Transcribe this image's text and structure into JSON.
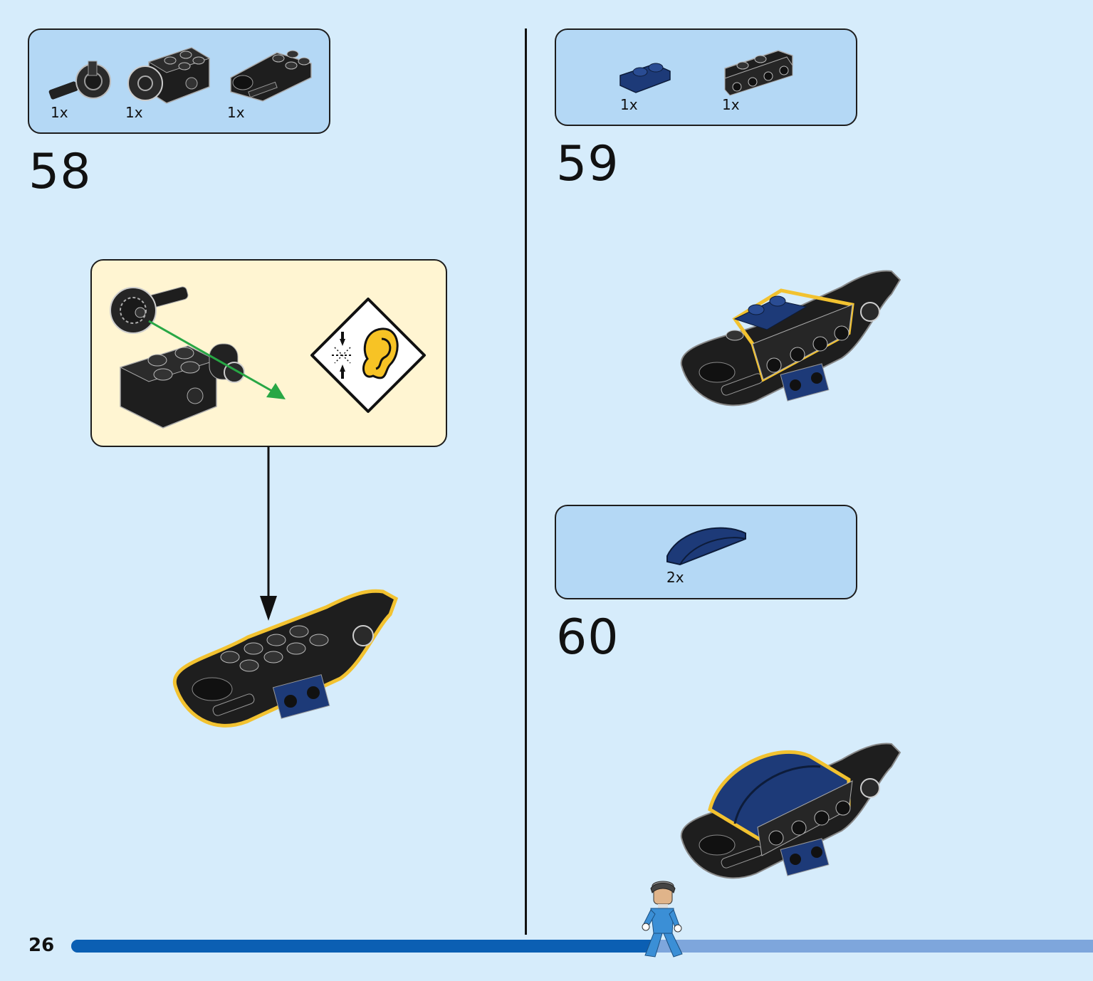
{
  "steps": [
    {
      "number": "58",
      "parts": [
        {
          "qty": "1x",
          "icon": "ball-joint-connector-icon"
        },
        {
          "qty": "1x",
          "icon": "brick-with-socket-icon"
        },
        {
          "qty": "1x",
          "icon": "plate-with-clip-icon"
        }
      ],
      "callout_icons": [
        "click-sound-ear-icon"
      ]
    },
    {
      "number": "59",
      "parts": [
        {
          "qty": "1x",
          "icon": "plate-1x2-dark-blue-icon"
        },
        {
          "qty": "1x",
          "icon": "bracket-plate-black-icon"
        }
      ]
    },
    {
      "number": "60",
      "parts": [
        {
          "qty": "2x",
          "icon": "curved-slope-dark-blue-icon"
        }
      ]
    }
  ],
  "page": {
    "number": "26",
    "progress": 0.57
  },
  "colors": {
    "background": "#d6ecfb",
    "parts_box": "#b4d8f5",
    "callout": "#fff5d2",
    "progress_fill": "#0b5fb3",
    "progress_track": "#7ea6dc",
    "highlight": "#f2c230",
    "brick_black": "#1e1e1e",
    "brick_dark_blue": "#1d3a78"
  }
}
